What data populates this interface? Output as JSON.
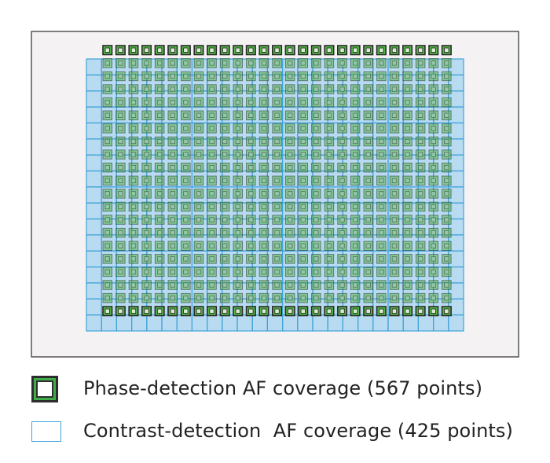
{
  "legend": {
    "phase_label": "Phase-detection AF coverage (567 points)",
    "contrast_label": "Contrast-detection  AF coverage (425 points)"
  },
  "grid": {
    "phase": {
      "cols": 27,
      "rows": 21,
      "points": 567
    },
    "contrast": {
      "cols": 25,
      "rows": 17,
      "points": 425
    }
  },
  "colors": {
    "frame_bg": "#f4f2f2",
    "frame_border": "#555555",
    "contrast_fill": "#b8dbf1",
    "contrast_line": "#3fa3d9",
    "phase_outer": "#2b2b2b",
    "phase_green": "#55b848",
    "phase_inner": "#93c7a8",
    "phase_outside_inner": "#d9ecd0"
  }
}
